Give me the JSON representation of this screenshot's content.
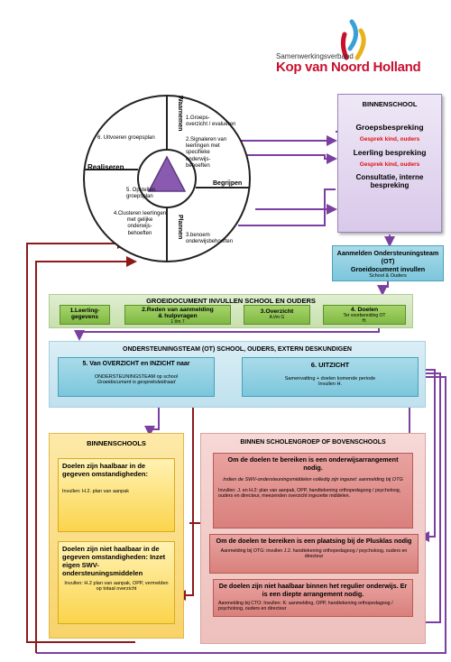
{
  "logo": {
    "top": "Samenwerkingsverband",
    "main": "Kop van Noord Holland"
  },
  "cycle": {
    "waarnemen": "Waarnemen",
    "begrijpen": "Begrijpen",
    "plannen": "Plannen",
    "realiseren": "Realiseren",
    "step1": "1.Groeps-\noverzicht / evalueren",
    "step2": "2.Signaleren van\nleerlingen met\nspecifieke\nonderwijs-\nbehoeften",
    "step3": "3.benoem\nonderwijsbehoeften",
    "step4": "4.Clusteren leerlingen\nmet gelijke\nonderwijs-\nbehoeften",
    "step5": "5. Opstellen\ngroepsplan",
    "step6": "6. Uitvoeren groepsplan"
  },
  "binnenschool": {
    "title": "BINNENSCHOOL",
    "item1": "Groepsbespreking",
    "sub1": "Gesprek kind, ouders",
    "item2": "Leerling bespreking",
    "sub2": "Gesprek kind, ouders",
    "item3": "Consultatie, interne bespreking"
  },
  "aanmelden": {
    "line1": "Aanmelden Ondersteuningsteam",
    "line2": "(OT)",
    "line3": "Groeidocument invullen",
    "line4": "School & Ouders"
  },
  "groeidocument": {
    "title": "GROEIDOCUMENT INVULLEN SCHOOL EN OUDERS",
    "box1": "1.Leerling-\ngegevens",
    "box2_title": "2.Reden van aanmelding\n& hulpvragen",
    "box2_sub": "1 t/m 7",
    "box3_title": "3.Overzicht",
    "box3_sub": "A t/m G",
    "box4_title": "4. Doelen",
    "box4_sub": "Ter voorbereiding OT\nH."
  },
  "ot": {
    "title": "ONDERSTEUNINGSTEAM (OT) SCHOOL, OUDERS, EXTERN DESKUNDIGEN",
    "box5_title": "5. Van OVERZICHT en INZICHT naar",
    "box5_sub1": "ONDERSTEUNINGSTEAM op school",
    "box5_sub2": "Groeidocument is gespreksleidraad",
    "box6_title": "6. UITZICHT",
    "box6_sub1": "Samenvatting + doelen komende periode",
    "box6_sub2": "Invullen H."
  },
  "binnenschools": {
    "title": "BINNENSCHOOLS",
    "box1_title": "Doelen zijn haalbaar in de gegeven omstandigheden:",
    "box1_sub": "Invullen: H.2. plan van aanpak",
    "box2_title": "Doelen zijn niet haalbaar in de gegeven omstandigheden: Inzet eigen SWV-ondersteuningsmiddelen",
    "box2_sub": "Invullen: H.2 plan van aanpak, OPP, vermelden op totaal overzicht"
  },
  "bovenschools": {
    "title": "BINNEN SCHOLENGROEP OF BOVENSCHOOLS",
    "box1_title": "Om de doelen te bereiken is een onderwijsarrangement nodig.",
    "box1_italic": "Indien de SWV-ondersteuningsmiddelen volledig zijn ingezet: aanmelding bij OTG",
    "box1_sub": "Invullen: J. en H.2: plan van aanpak, OPP, handtekening orthopedagoog / psycholoog, ouders en directeur, meezenden overzicht ingezette middelen.",
    "box2_title": "Om de doelen te bereiken is een plaatsing bij de Plusklas nodig",
    "box2_sub": "Aanmelding bij OTG: invullen J.2. handtekening orthopedagoog / psycholoog, ouders en directeur",
    "box3_title": "De doelen zijn niet haalbaar binnen het regulier onderwijs. Er is een diepte arrangement nodig.",
    "box3_sub": "Aanmelding bij CTO: Invullen: K: aanmelding, OPP, handtekening orthopedagoog / psycholoog, ouders en directeur"
  },
  "colors": {
    "purple": "#7b3fa0",
    "darkred": "#8b1a1a",
    "logo_red": "#c8102e"
  }
}
